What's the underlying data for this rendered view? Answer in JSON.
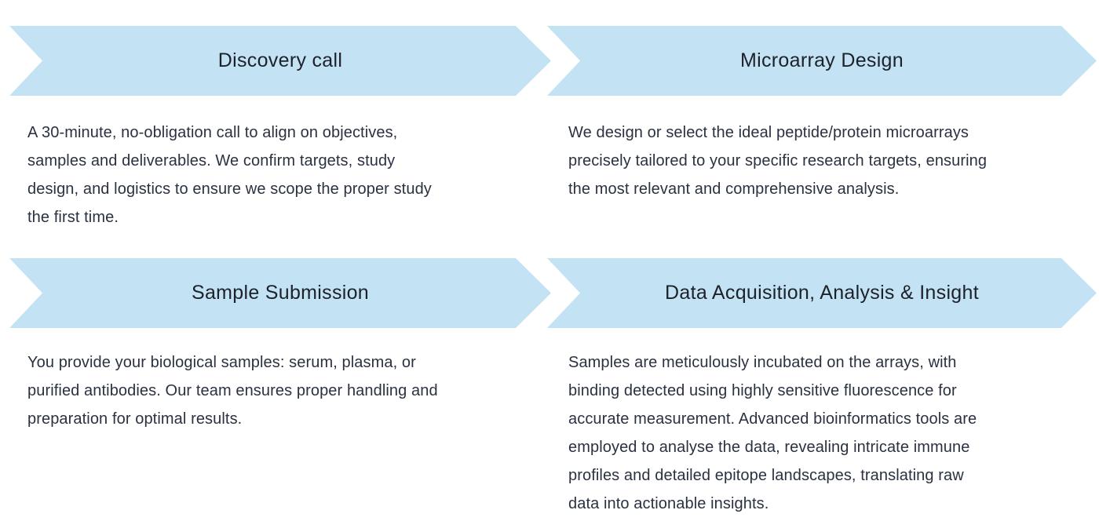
{
  "colors": {
    "background": "#ffffff",
    "arrow_fill": "#c3e3f4",
    "heading_text": "#1d212a",
    "body_text": "#2a3140"
  },
  "steps": [
    {
      "title": "Discovery call",
      "description": "A 30-minute, no-obligation call to align on objectives,\nsamples and deliverables. We confirm targets, study\ndesign, and logistics to ensure we scope the proper study\nthe first time."
    },
    {
      "title": "Microarray Design",
      "description": "We design or select the ideal peptide/protein microarrays\nprecisely tailored to your specific research targets, ensuring\nthe most relevant and comprehensive analysis."
    },
    {
      "title": "Sample Submission",
      "description": "You provide your biological samples: serum, plasma, or\npurified antibodies. Our team ensures proper handling and\npreparation for optimal results."
    },
    {
      "title": "Data Acquisition, Analysis & Insight",
      "description": "Samples are meticulously incubated on the arrays, with\nbinding detected using highly sensitive fluorescence for\naccurate measurement. Advanced bioinformatics tools are\nemployed to analyse the data, revealing intricate immune\nprofiles and detailed epitope landscapes, translating raw\ndata into actionable insights."
    }
  ]
}
